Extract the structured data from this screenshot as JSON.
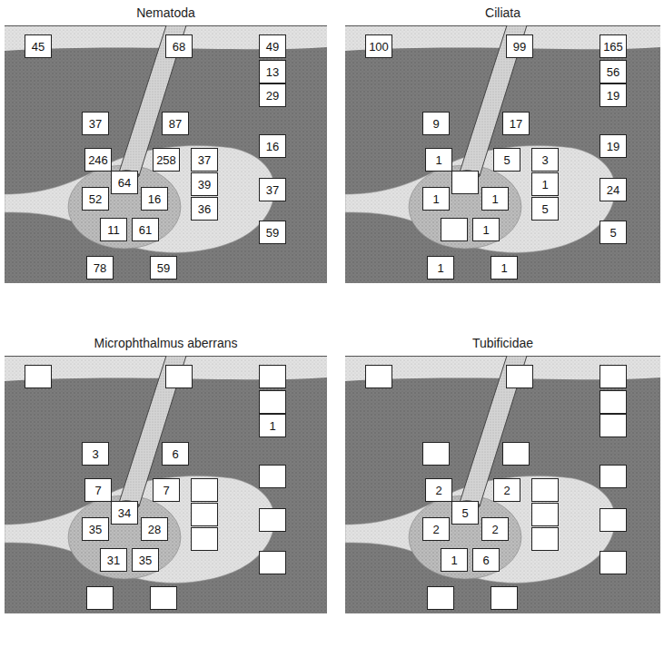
{
  "diagram": {
    "nodes": [
      {
        "text": [
          "Nematoda"
        ]
      },
      {
        "text": [
          "45"
        ],
        "in": 0
      },
      {
        "text": [
          "68"
        ],
        "in": 0
      },
      {
        "text": [
          "49"
        ],
        "in": 0
      },
      {
        "text": [
          "13"
        ],
        "in": 0
      },
      {
        "text": [
          "29"
        ],
        "in": 0
      },
      {
        "text": [
          "37"
        ],
        "in": 0
      },
      {
        "text": [
          "87"
        ],
        "in": 0
      },
      {
        "text": [
          "16"
        ],
        "in": 0
      },
      {
        "text": [
          "246"
        ],
        "in": 0
      },
      {
        "text": [
          "258"
        ],
        "in": 0
      },
      {
        "text": [
          "37"
        ],
        "in": 0
      },
      {
        "text": [
          "39"
        ],
        "in": 0
      },
      {
        "text": [
          "36"
        ],
        "in": 0
      },
      {
        "text": [
          "37"
        ],
        "in": 0
      },
      {
        "text": [
          "64"
        ],
        "in": 0
      },
      {
        "text": [
          "52"
        ],
        "in": 0
      },
      {
        "text": [
          "16"
        ],
        "in": 0
      },
      {
        "text": [
          "59"
        ],
        "in": 0
      },
      {
        "text": [
          "11"
        ],
        "in": 0
      },
      {
        "text": [
          "61"
        ],
        "in": 0
      },
      {
        "text": [
          "78"
        ],
        "in": 0
      },
      {
        "text": [
          "59"
        ],
        "in": 0
      },
      {
        "text": [
          "Ciliata"
        ]
      },
      {
        "text": [
          "100"
        ],
        "in": 23
      },
      {
        "text": [
          "99"
        ],
        "in": 23
      },
      {
        "text": [
          "165"
        ],
        "in": 23
      },
      {
        "text": [
          "56"
        ],
        "in": 23
      },
      {
        "text": [
          "19"
        ],
        "in": 23
      },
      {
        "text": [
          "9"
        ],
        "in": 23
      },
      {
        "text": [
          "17"
        ],
        "in": 23
      },
      {
        "text": [
          "19"
        ],
        "in": 23
      },
      {
        "text": [
          "1"
        ],
        "in": 23
      },
      {
        "text": [
          "5"
        ],
        "in": 23
      },
      {
        "text": [
          "3"
        ],
        "in": 23
      },
      {
        "text": [
          "1"
        ],
        "in": 23
      },
      {
        "text": [
          "5"
        ],
        "in": 23
      },
      {
        "text": [
          "24"
        ],
        "in": 23
      },
      {
        "text": [
          "1"
        ],
        "in": 23
      },
      {
        "text": [
          "1"
        ],
        "in": 23
      },
      {
        "text": [
          "5"
        ],
        "in": 23
      },
      {
        "text": [
          "1"
        ],
        "in": 23
      },
      {
        "text": [
          "1"
        ],
        "in": 23
      },
      {
        "text": [
          "1"
        ],
        "in": 23
      },
      {
        "text": [
          "Microphthalmus aberrans"
        ]
      },
      {
        "text": [
          "1"
        ],
        "in": 44
      },
      {
        "text": [
          "3"
        ],
        "in": 44
      },
      {
        "text": [
          "6"
        ],
        "in": 44
      },
      {
        "text": [
          "7"
        ],
        "in": 44
      },
      {
        "text": [
          "7"
        ],
        "in": 44
      },
      {
        "text": [
          "34"
        ],
        "in": 44
      },
      {
        "text": [
          "35"
        ],
        "in": 44
      },
      {
        "text": [
          "28"
        ],
        "in": 44
      },
      {
        "text": [
          "31"
        ],
        "in": 44
      },
      {
        "text": [
          "35"
        ],
        "in": 44
      },
      {
        "text": [
          "Tubificidae"
        ]
      },
      {
        "text": [
          "2"
        ],
        "in": 55
      },
      {
        "text": [
          "2"
        ],
        "in": 55
      },
      {
        "text": [
          "5"
        ],
        "in": 55
      },
      {
        "text": [
          "2"
        ],
        "in": 55
      },
      {
        "text": [
          "2"
        ],
        "in": 55
      },
      {
        "text": [
          "1"
        ],
        "in": 55
      },
      {
        "text": [
          "6"
        ],
        "in": 55
      }
    ]
  }
}
